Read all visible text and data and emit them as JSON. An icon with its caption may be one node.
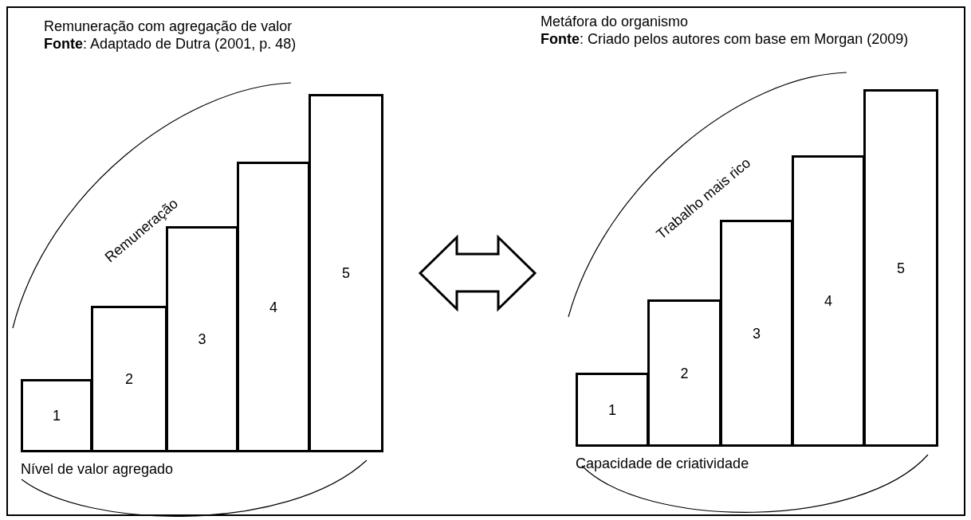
{
  "diagram": {
    "nodes": [
      {
        "text": [
          "1"
        ]
      },
      {
        "text": [
          "2"
        ]
      },
      {
        "text": [
          "3"
        ]
      },
      {
        "text": [
          "4"
        ]
      },
      {
        "text": [
          "5"
        ]
      },
      {
        "text": [
          "1"
        ]
      },
      {
        "text": [
          "2"
        ]
      },
      {
        "text": [
          "3"
        ]
      },
      {
        "text": [
          "4"
        ]
      },
      {
        "text": [
          "5"
        ]
      }
    ],
    "labels": [
      "Remuneração com agregação de valor",
      "**Fonte**: Adaptado de Dutra (2001, p. 48)",
      "Metáfora do organismo",
      "**Fonte**: Criado pelos autores com base em Morgan (2009)",
      "Remuneração",
      "Trabalho mais rico",
      "Nível de valor agregado",
      "Capacidade de criatividade"
    ]
  }
}
